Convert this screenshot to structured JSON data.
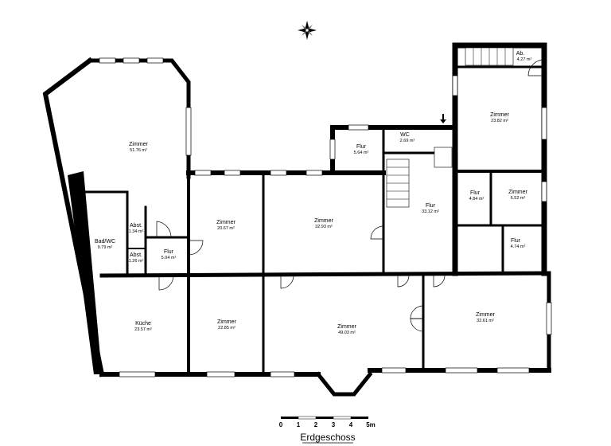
{
  "plan": {
    "title": "Erdgeschoss",
    "compass_icon": "compass-rose",
    "entrance_icon": "arrow-down",
    "rooms": [
      {
        "name": "Zimmer",
        "area": "51.76 m²"
      },
      {
        "name": "Bad/WC",
        "area": "9.79 m²"
      },
      {
        "name": "Abst.",
        "area": "1.34 m²"
      },
      {
        "name": "Abst.",
        "area": "1.26 m²"
      },
      {
        "name": "Flur",
        "area": "5.04 m²"
      },
      {
        "name": "Zimmer",
        "area": "20.67 m²"
      },
      {
        "name": "Zimmer",
        "area": "32.93 m²"
      },
      {
        "name": "Flur",
        "area": "5.64 m²"
      },
      {
        "name": "WC",
        "area": "2.69 m²"
      },
      {
        "name": "Zimmer",
        "area": "23.82 m²"
      },
      {
        "name": "Ab.",
        "area": "4.27 m²"
      },
      {
        "name": "Flur",
        "area": "33.12 m²"
      },
      {
        "name": "Flur",
        "area": "4.84 m²"
      },
      {
        "name": "Zimmer",
        "area": "6.52 m²"
      },
      {
        "name": "Flur",
        "area": "4.74 m²"
      },
      {
        "name": "Küche",
        "area": "23.57 m²"
      },
      {
        "name": "Zimmer",
        "area": "22.85 m²"
      },
      {
        "name": "Zimmer",
        "area": "49.03 m²"
      },
      {
        "name": "Zimmer",
        "area": "32.61 m²"
      }
    ],
    "scale": {
      "labels": [
        "0",
        "1",
        "2",
        "3",
        "4",
        "5m"
      ]
    }
  }
}
